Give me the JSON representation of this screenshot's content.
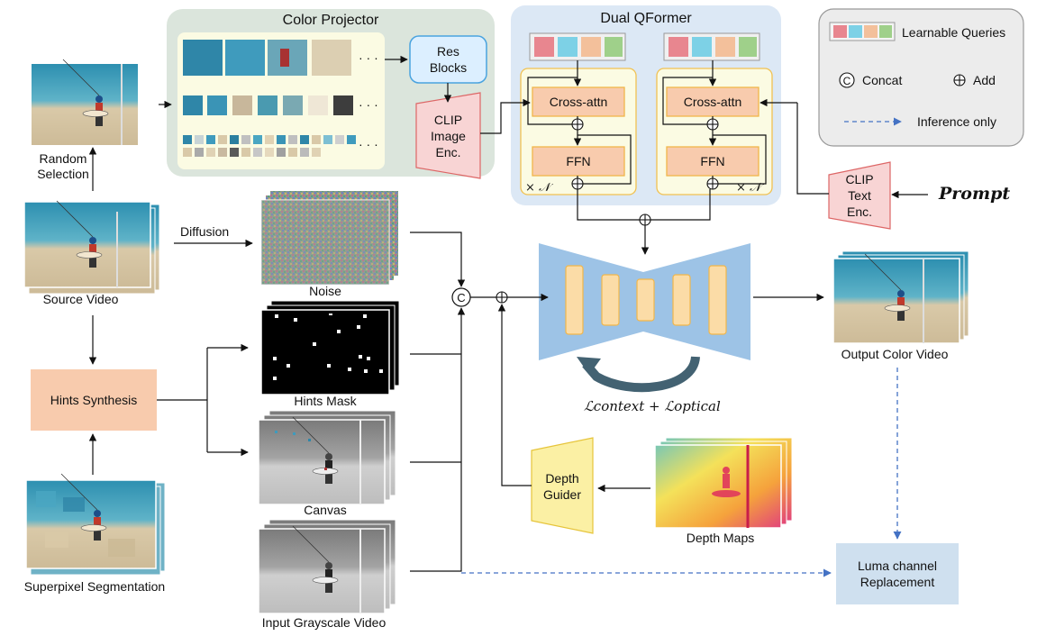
{
  "color_projector": {
    "title": "Color Projector",
    "res_blocks": "Res\nBlocks",
    "clip_image": "CLIP\nImage\nEnc.",
    "ellipsis": "· · ·"
  },
  "dual_qformer": {
    "title": "Dual QFormer",
    "cross_attn": "Cross-attn",
    "ffn": "FFN",
    "repeat": "× 𝒩"
  },
  "legend": {
    "learnable_queries": "Learnable Queries",
    "concat": "Concat",
    "add": "Add",
    "inference_only": "Inference only"
  },
  "clip_text": "CLIP\nText\nEnc.",
  "prompt": "Prompt",
  "labels": {
    "random_selection": "Random\nSelection",
    "source_video": "Source Video",
    "diffusion": "Diffusion",
    "noise": "Noise",
    "hints_mask": "Hints Mask",
    "canvas": "Canvas",
    "input_grayscale": "Input Grayscale Video",
    "superpixel": "Superpixel Segmentation",
    "hints_synthesis": "Hints Synthesis",
    "depth_guider": "Depth\nGuider",
    "depth_maps": "Depth Maps",
    "output_color": "Output Color Video",
    "luma": "Luma channel\nReplacement",
    "loss": "ℒcontext + ℒoptical"
  },
  "colors": {
    "query_colors": [
      "#e8868f",
      "#7dd1e6",
      "#f3c09b",
      "#9fd08a"
    ],
    "projector_bg": "#dbe5dc",
    "qformer_bg": "#dce8f5",
    "unet": "#9dc3e6",
    "unet_block": "#fbdca7",
    "hints_box": "#f8cbad",
    "clip_box": "#f8d4d4",
    "depth_box": "#fbf0a4",
    "luma_box": "#cfe0ef",
    "dashed": "#4472c4"
  }
}
